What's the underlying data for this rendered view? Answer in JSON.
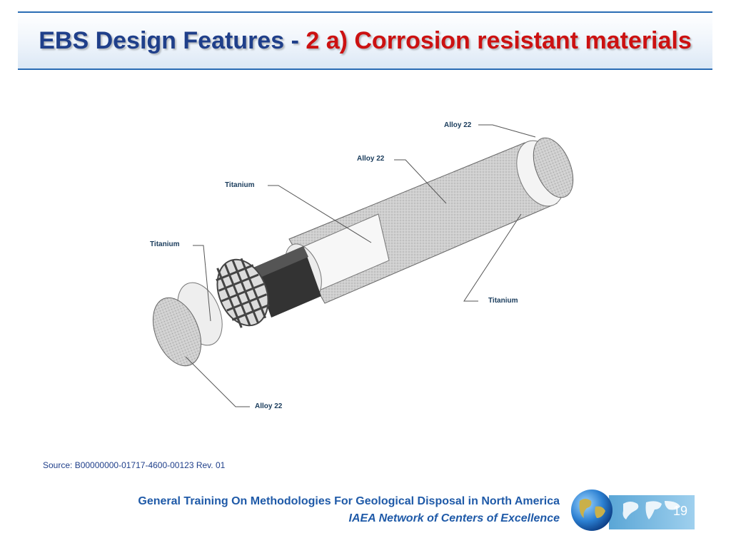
{
  "slide": {
    "title_prefix": "EBS Design Features - ",
    "title_accent": "2 a) Corrosion resistant materials",
    "source": "Source: B00000000-01717-4600-00123 Rev. 01",
    "footer_line1": "General Training On Methodologies For Geological Disposal in North America",
    "footer_line2": "IAEA Network of Centers of Excellence",
    "page_number": "19"
  },
  "diagram": {
    "labels": [
      {
        "id": "alloy22-top",
        "text": "Alloy 22"
      },
      {
        "id": "alloy22-outer",
        "text": "Alloy 22"
      },
      {
        "id": "titanium-shield",
        "text": "Titanium"
      },
      {
        "id": "titanium-left",
        "text": "Titanium"
      },
      {
        "id": "titanium-right",
        "text": "Titanium"
      },
      {
        "id": "alloy22-bottom",
        "text": "Alloy 22"
      }
    ]
  },
  "colors": {
    "title_blue": "#1f3f8a",
    "title_red": "#cc1111",
    "footer_blue": "#1f5aa8",
    "rule_blue": "#2a6cb4"
  }
}
